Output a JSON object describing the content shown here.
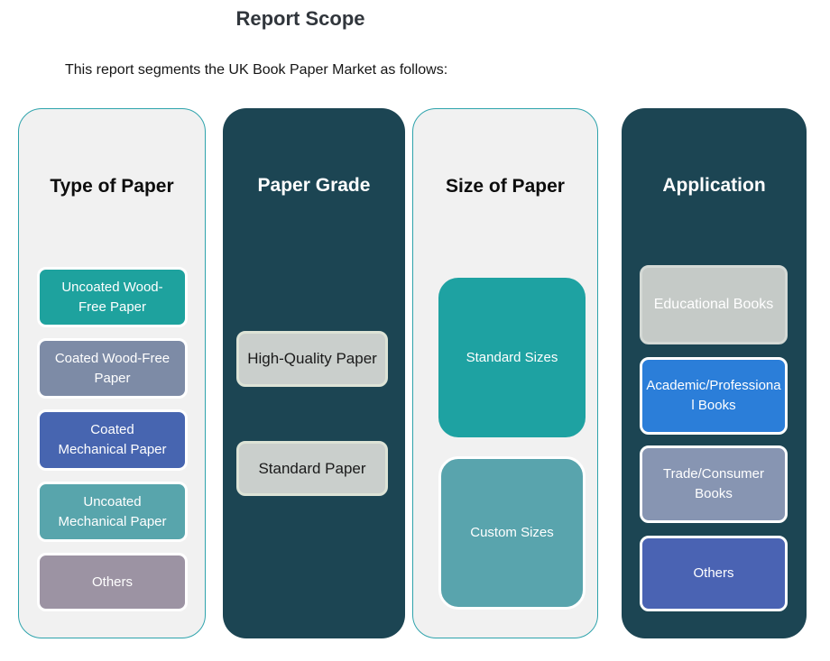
{
  "page": {
    "title": "Report Scope",
    "subtitle": "This report segments the UK Book Paper Market as follows:"
  },
  "colors": {
    "column_dark_bg": "#1c4553",
    "column_light_bg": "#f1f1f1",
    "column_light_border": "#2ea3ac",
    "teal_box": "#1ea29e",
    "slate_blue_box": "#7d8ba6",
    "blue_box": "#4765b0",
    "muted_teal_box": "#58a5ac",
    "mauve_box": "#9c93a3",
    "gray_box": "#cacfcc",
    "gray_box_border": "#dde3d6",
    "big_teal_box": "#1ea2a2",
    "big_muted_teal_box": "#59a4ad",
    "app_gray_box": "#c5cac7",
    "bright_blue_box": "#2b7ed9",
    "blue_gray_box": "#8795b2",
    "indigo_box": "#4a63b3",
    "title_text": "#31363c",
    "white_text": "#ffffff",
    "dark_text": "#1a1a1a"
  },
  "columns": [
    {
      "header": "Type of Paper",
      "theme": "light",
      "items": [
        {
          "label": "Uncoated Wood-\nFree Paper",
          "bg": "#1ea29e"
        },
        {
          "label": "Coated Wood-Free\nPaper",
          "bg": "#7d8ba6"
        },
        {
          "label": "Coated\nMechanical Paper",
          "bg": "#4765b0"
        },
        {
          "label": "Uncoated\nMechanical Paper",
          "bg": "#58a5ac"
        },
        {
          "label": "Others",
          "bg": "#9c93a3"
        }
      ]
    },
    {
      "header": "Paper Grade",
      "theme": "dark",
      "items": [
        {
          "label": "High-Quality Paper",
          "bg": "#cacfcc"
        },
        {
          "label": "Standard Paper",
          "bg": "#cacfcc"
        }
      ]
    },
    {
      "header": "Size of Paper",
      "theme": "light",
      "items": [
        {
          "label": "Standard Sizes",
          "bg": "#1ea2a2"
        },
        {
          "label": "Custom Sizes",
          "bg": "#59a4ad"
        }
      ]
    },
    {
      "header": "Application",
      "theme": "dark",
      "items": [
        {
          "label": "Educational Books",
          "bg": "#c5cac7"
        },
        {
          "label": "Academic/Professional Books",
          "bg": "#2b7ed9"
        },
        {
          "label": "Trade/Consumer\nBooks",
          "bg": "#8795b2"
        },
        {
          "label": "Others",
          "bg": "#4a63b3"
        }
      ]
    }
  ]
}
